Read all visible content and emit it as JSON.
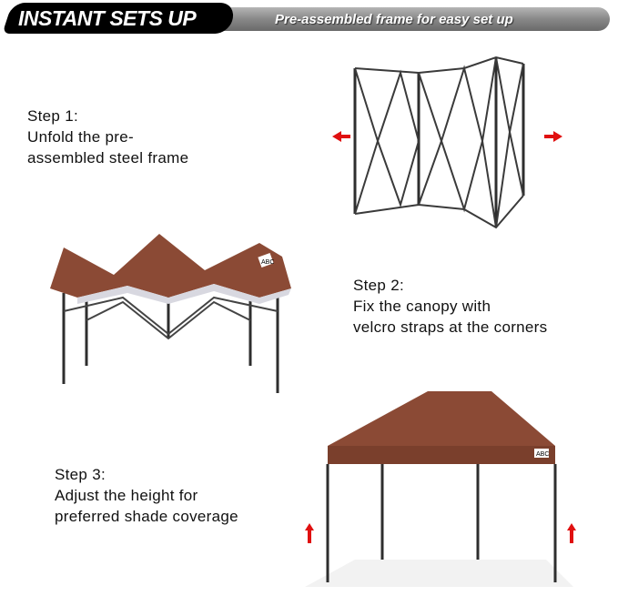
{
  "banner": {
    "title": "INSTANT SETS UP",
    "subtitle": "Pre-assembled frame for easy set up"
  },
  "steps": [
    {
      "heading": "Step 1:",
      "line1": "Unfold the pre-",
      "line2": "assembled steel frame"
    },
    {
      "heading": "Step 2:",
      "line1": "Fix the canopy with",
      "line2": "velcro straps at the corners"
    },
    {
      "heading": "Step 3:",
      "line1": "Adjust the height for",
      "line2": "preferred shade coverage"
    }
  ],
  "brand_label": "ABC",
  "colors": {
    "canopy": "#8b4a35",
    "arrow": "#e01010",
    "frame": "#2e2e2e"
  }
}
